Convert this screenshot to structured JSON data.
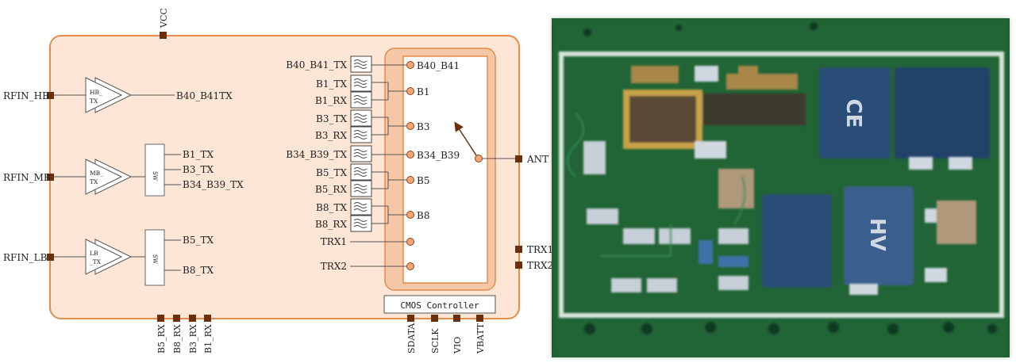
{
  "diagram": {
    "vcc": "VCC",
    "inputs": {
      "hb": "RFIN_HB",
      "mb": "RFIN_MB",
      "lb": "RFIN_LB"
    },
    "amps": {
      "hb": [
        "HB_",
        "TX"
      ],
      "mb": [
        "MB_",
        "TX"
      ],
      "lb": [
        "LB",
        "_TX"
      ]
    },
    "hb_out": "B40_B41TX",
    "sw_label": "SW",
    "mb_outs": [
      "B1_TX",
      "B3_TX",
      "B34_B39_TX"
    ],
    "lb_outs": [
      "B5_TX",
      "B8_TX"
    ],
    "filters": {
      "b40": "B40_B41_TX",
      "b1": [
        "B1_TX",
        "B1_RX"
      ],
      "b3": [
        "B3_TX",
        "B3_RX"
      ],
      "b34": "B34_B39_TX",
      "b5": [
        "B5_TX",
        "B5_RX"
      ],
      "b8": [
        "B8_TX",
        "B8_RX"
      ]
    },
    "ports": [
      "B40_B41",
      "B1",
      "B3",
      "B34_B39",
      "B5",
      "B8"
    ],
    "trx": [
      "TRX1",
      "TRX2"
    ],
    "ant": "ANT",
    "right_trx": [
      "TRX1",
      "TRX2"
    ],
    "controller": "CMOS Controller",
    "bottom_left": [
      "B5_RX",
      "B8_RX",
      "B3_RX",
      "B1_RX"
    ],
    "bottom_right": [
      "SDATA",
      "SCLK",
      "VIO",
      "VBATT"
    ]
  },
  "photo": {
    "chip_marks": [
      "CE",
      "HV"
    ]
  },
  "colors": {
    "module_fill": "#fde6d6",
    "module_stroke": "#e58c4c",
    "switch_fill": "#f5c7a6",
    "pin": "#6b2f0a",
    "port_dot": "#f2a677",
    "pcb": "#1d5c30"
  }
}
